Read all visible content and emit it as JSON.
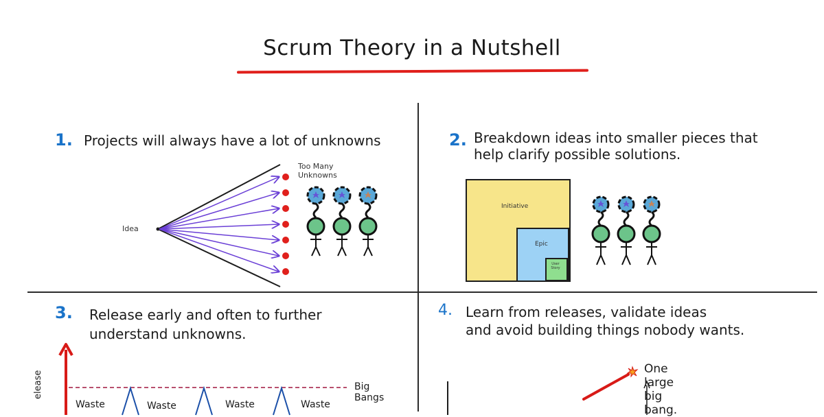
{
  "title": "Scrum Theory in a Nutshell",
  "section1": {
    "number": "1.",
    "heading": "Projects will always have a lot of unknowns",
    "label_idea": "Idea",
    "label_unknowns": "Too Many Unknowns"
  },
  "section2": {
    "number": "2.",
    "heading_line1": "Breakdown ideas into smaller pieces that",
    "heading_line2": "help clarify possible solutions.",
    "label_initiative": "Initiative",
    "label_epic": "Epic",
    "label_user_story": "User Story"
  },
  "section3": {
    "number": "3.",
    "heading_line1": "Release early and often to further",
    "heading_line2": "understand unknowns.",
    "label_big_bangs": "Big Bangs",
    "waste_labels": [
      "Waste",
      "Waste",
      "Waste",
      "Waste"
    ],
    "axis_label": "elease"
  },
  "section4": {
    "number": "4.",
    "heading_line1": "Learn from releases, validate ideas",
    "heading_line2": "and avoid building things nobody wants.",
    "label_big_bang": "One large big bang."
  },
  "colors": {
    "accent_red": "#e0201c",
    "number_blue": "#1a73c9",
    "arrow_purple": "#6a3fd6",
    "initiative_yellow": "#f7e58a",
    "epic_blue": "#9dd2f5",
    "story_green": "#8fde8f",
    "figure_green": "#6cc48a"
  }
}
